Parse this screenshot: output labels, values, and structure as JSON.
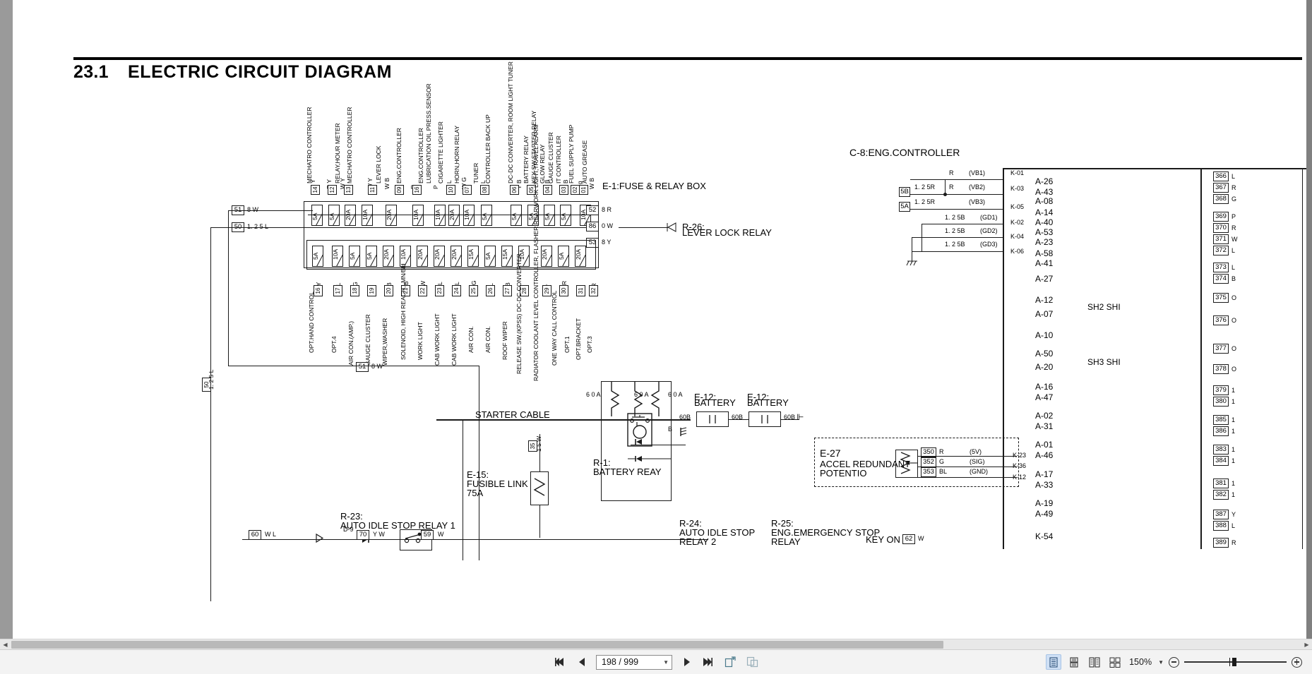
{
  "document": {
    "section_number": "23.1",
    "section_title": "ELECTRIC CIRCUIT DIAGRAM"
  },
  "diagram": {
    "fuse_relay_box_label": "E-1:FUSE & RELAY BOX",
    "eng_controller_label": "C-8:ENG.CONTROLLER",
    "top_device_labels": [
      "MECHATRO CONTROLLER",
      "RELAY,HOUR METER",
      "MECHATRO CONTROLLER",
      "LEVER LOCK",
      "ENG.CONTROLLER",
      "ENG.CONTROLLER",
      "LUBRICATION OIL PRESS.SENSOR",
      "CIGARETTE LIGHTER",
      "HORN,HORN RELAY",
      "TUNER",
      "CONTROLLER BACK UP",
      "DC-DC CONVERTER, ROOM LIGHT TUNER",
      "BATTERY RELAY",
      "KEY SW,STARTER RELAY",
      "GLOW RELAY",
      "GAUGE CLUSTER",
      "IT CONTROLLER",
      "FUEL SUPPLY PUMP",
      "AUTO GREASE"
    ],
    "top_wire_codes": [
      "R Y",
      "R Y",
      "W Y",
      "W Y",
      "W B",
      "R",
      "P",
      "Y L",
      "W G",
      "Y L",
      "Y B",
      "Y B",
      "Y B",
      "L g",
      "W B"
    ],
    "top_tag_numbers": [
      "14",
      "12",
      "13",
      "11",
      "09",
      "16",
      "10",
      "07",
      "08",
      "06",
      "05",
      "04",
      "03",
      "02",
      "01"
    ],
    "top_fuse_ratings": [
      "5A",
      "5A",
      "20A",
      "10A",
      "20A",
      "10A",
      "10A",
      "20A",
      "10A",
      "5A",
      "5A",
      "5A",
      "5A",
      "5A",
      "10A"
    ],
    "bottom_fuse_ratings": [
      "5A",
      "10A",
      "5A",
      "5A",
      "20A",
      "10A",
      "20A",
      "20A",
      "20A",
      "15A",
      "5A",
      "15A",
      "10A",
      "20A",
      "5A",
      "20A",
      "20A"
    ],
    "bottom_wire_codes": [
      "GY",
      "OL",
      "RG",
      "W",
      "RB",
      "WB",
      "RW",
      "WL",
      "WL",
      "WG",
      "RL",
      "RB",
      "G",
      "Gr",
      "WR",
      "O",
      "LR"
    ],
    "bottom_tag_numbers": [
      "16",
      "17",
      "18",
      "19",
      "20",
      "21",
      "22",
      "23",
      "24",
      "25",
      "26",
      "27",
      "28",
      "29",
      "30",
      "31",
      "32"
    ],
    "bottom_device_labels": [
      "OPT.HAND CONTROL",
      "OPT.4",
      "AIR CON.(AMP.)",
      "GAUGE CLUSTER",
      "WIPER,WASHER",
      "SOLENOID, HIGH REACH,LMN/BH",
      "WORK LIGHT",
      "CAB WORK LIGHT",
      "CAB WORK LIGHT",
      "AIR CON.",
      "AIR CON.",
      "ROOF WIPER",
      "RELEASE SW.(KPSS) DC-DC CONVERTER",
      "RADIATOR COOLANT LEVEL CONTROLLER, FLASHER,REARWORK LIGHT,TRAVEL ALARM",
      "ONE WAY CALL CONTROL",
      "OPT.1",
      "OPT.BRACKET",
      "OPT.3"
    ],
    "left_bus_tags": [
      {
        "tag": "51",
        "value": "8 W"
      },
      {
        "tag": "50",
        "value": "1. 2 5 L"
      },
      {
        "tag": "51",
        "value": "8 W"
      },
      {
        "tag": "50",
        "value": "1. 2 5 L"
      }
    ],
    "right_bus_tags": [
      {
        "tag": "52",
        "value": "8 R"
      },
      {
        "tag": "86",
        "value": "0 W"
      },
      {
        "tag": "53",
        "value": "8 Y"
      }
    ],
    "lever_lock_relay": "R-26: LEVER LOCK RELAY",
    "starter_cable_label": "STARTER CABLE",
    "battery_labels": [
      "E-12: BATTERY",
      "E-12: BATTERY"
    ],
    "battery_wire": "60B",
    "cable_ratings": [
      "6 0 A",
      "6 0 A",
      "6 0 A"
    ],
    "fusible_link": "E-15: FUSIBLE LINK 75A",
    "battery_relay": "R-1: BATTERY REAY",
    "auto_idle_stop_relay_1": "R-23: AUTO IDLE STOP RELAY 1",
    "auto_idle_stop_relay_2": "R-24: AUTO IDLE STOP RELAY 2",
    "eng_emergency_stop_relay": "R-25: ENG.EMERGENCY STOP RELAY",
    "key_on_label": "KEY ON",
    "bottom_left_tags": [
      {
        "tag": "60",
        "value": "W L"
      },
      {
        "tag": "70",
        "value": "Y W"
      },
      {
        "tag": "59",
        "value": "W"
      },
      {
        "tag": "62",
        "value": "W"
      }
    ],
    "diode_label": "D-9",
    "vertical_cable_35": "35  1 5 W",
    "ground_b_label": "B",
    "eng_controller_vb_rows": [
      {
        "wire": "R",
        "sig": "(VB1)",
        "term": "K-01",
        "tag": ""
      },
      {
        "wire": "R",
        "sig": "(VB2)",
        "term": "K-03",
        "tag": "5B",
        "gauge": "1. 2 5R"
      },
      {
        "wire": "",
        "sig": "(VB3)",
        "term": "K-05",
        "tag": "5A",
        "gauge": "1. 2 5R"
      },
      {
        "wire": "1. 2 5B",
        "sig": "(GD1)",
        "term": "K-02",
        "tag": ""
      },
      {
        "wire": "1. 2 5B",
        "sig": "(GD2)",
        "term": "K-04",
        "tag": ""
      },
      {
        "wire": "1. 2 5B",
        "sig": "(GD3)",
        "term": "K-06",
        "tag": ""
      }
    ],
    "eng_controller_a_terminals": [
      "A-26",
      "A-43",
      "A-08",
      "A-14",
      "A-40",
      "A-53",
      "A-23",
      "A-58",
      "A-41",
      "A-27",
      "A-12",
      "A-07",
      "A-10",
      "A-50",
      "A-20",
      "A-16",
      "A-47",
      "A-02",
      "A-31",
      "A-01",
      "A-46",
      "A-17",
      "A-33",
      "A-19",
      "A-49",
      "K-54"
    ],
    "right_edge_tags": [
      {
        "n": "366",
        "w": "L"
      },
      {
        "n": "367",
        "w": "R"
      },
      {
        "n": "368",
        "w": "G"
      },
      {
        "n": "369",
        "w": "P"
      },
      {
        "n": "370",
        "w": "R"
      },
      {
        "n": "371",
        "w": "W"
      },
      {
        "n": "372",
        "w": "L"
      },
      {
        "n": "373",
        "w": "L"
      },
      {
        "n": "374",
        "w": "B"
      },
      {
        "n": "375",
        "w": "O"
      },
      {
        "n": "376",
        "w": "O"
      },
      {
        "n": "377",
        "w": "O"
      },
      {
        "n": "378",
        "w": "O"
      },
      {
        "n": "379",
        "w": "1"
      },
      {
        "n": "380",
        "w": "1"
      },
      {
        "n": "385",
        "w": "1"
      },
      {
        "n": "386",
        "w": "1"
      },
      {
        "n": "383",
        "w": "1"
      },
      {
        "n": "384",
        "w": "1"
      },
      {
        "n": "381",
        "w": "1"
      },
      {
        "n": "382",
        "w": "1"
      },
      {
        "n": "387",
        "w": "Y"
      },
      {
        "n": "388",
        "w": "L"
      },
      {
        "n": "389",
        "w": "R"
      }
    ],
    "shield_labels": [
      "SH2 SHI",
      "SH3 SHI"
    ],
    "accel_potentio": {
      "code": "E-27",
      "name_line1": "ACCEL REDUNDANT",
      "name_line2": "POTENTIO",
      "rows": [
        {
          "tag": "350",
          "wire": "R",
          "sig": "(5V)",
          "term": "K-23"
        },
        {
          "tag": "352",
          "wire": "G",
          "sig": "(SIG)",
          "term": "K-36"
        },
        {
          "tag": "353",
          "wire": "BL",
          "sig": "(GND)",
          "term": "K-12"
        }
      ]
    }
  },
  "toolbar": {
    "first_page_label": "first-page",
    "prev_page_label": "previous-page",
    "page_value": "198 / 999",
    "next_page_label": "next-page",
    "last_page_label": "last-page",
    "fit_page_label": "fit-page",
    "fit_width_label": "fit-width",
    "view_single_label": "single-page-view",
    "view_continuous_label": "continuous-view",
    "view_two_up_label": "two-page-view",
    "view_two_up_cont_label": "two-page-continuous-view",
    "zoom_value": "150%",
    "zoom_out_label": "zoom-out",
    "zoom_in_label": "zoom-in",
    "accent_color": "#cfe0f5"
  }
}
